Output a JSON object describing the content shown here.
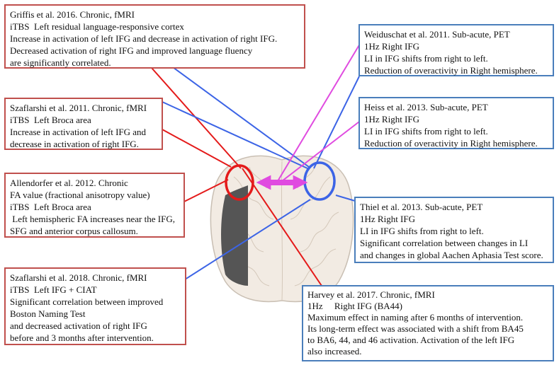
{
  "colors": {
    "red_box": "#c0504d",
    "blue_box": "#4a7ebb",
    "red_line": "#e41a1a",
    "blue_line": "#3c64e6",
    "magenta": "#e04be0",
    "lesion": "#555555",
    "brain": "#f2ebe3"
  },
  "boxes": {
    "griffis": [
      "Griffis et al. 2016. Chronic, fMRI",
      "iTBS  Left residual language-responsive cortex",
      "Increase in activation of left IFG and decrease in activation of right IFG.",
      "Decreased activation of right IFG and improved language fluency",
      "are significantly correlated."
    ],
    "szaflarshi2011": [
      "Szaflarshi et al. 2011. Chronic, fMRI",
      "iTBS  Left Broca area",
      "Increase in activation of left IFG and",
      "decrease in activation of right IFG."
    ],
    "allendorfer": [
      "Allendorfer et al. 2012. Chronic",
      "FA value (fractional anisotropy value)",
      "iTBS  Left Broca area",
      " Left hemispheric FA increases near the IFG,",
      "SFG and anterior corpus callosum."
    ],
    "szaflarshi2018": [
      "Szaflarshi et al. 2018. Chronic, fMRI",
      "iTBS  Left IFG + CIAT",
      "Significant correlation between improved",
      "Boston Naming Test",
      "and decreased activation of right IFG",
      "before and 3 months after intervention."
    ],
    "weiduschat": [
      "Weiduschat et al. 2011. Sub-acute, PET",
      "1Hz Right IFG",
      "LI in IFG shifts from right to left.",
      "Reduction of overactivity in Right hemisphere."
    ],
    "heiss": [
      "Heiss et al. 2013. Sub-acute, PET",
      "1Hz Right IFG",
      "LI in IFG shifts from right to left.",
      "Reduction of overactivity in Right hemisphere."
    ],
    "thiel": [
      "Thiel et al. 2013. Sub-acute, PET",
      "1Hz Right IFG",
      "LI in IFG shifts from right to left.",
      "Significant correlation between changes in LI",
      "and changes in global Aachen Aphasia Test score."
    ],
    "harvey": [
      "Harvey et al. 2017. Chronic, fMRI",
      "1Hz     Right IFG (BA44)",
      "Maximum effect in naming after 6 months of intervention.",
      "Its long-term effect was associated with a shift from BA45",
      "to BA6, 44, and 46 activation. Activation of the left IFG",
      "also increased."
    ]
  }
}
